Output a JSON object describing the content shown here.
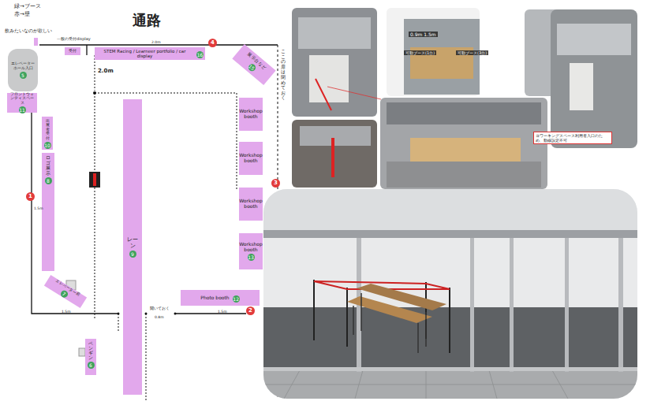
{
  "diagram": {
    "nodes": [
      {
        "text": [
          "STEM Racing / Learneer portfolio / car display",
          "16"
        ]
      },
      {
        "text": [
          "展示台など",
          "15"
        ]
      },
      {
        "text": [
          "Workshop booth"
        ]
      },
      {
        "text": [
          "Workshop booth"
        ]
      },
      {
        "text": [
          "Workshop booth"
        ]
      },
      {
        "text": [
          "Workshop booth",
          "13"
        ]
      },
      {
        "text": [
          "レーン",
          "9"
        ]
      },
      {
        "text": [
          "Photo booth",
          "12"
        ]
      },
      {
        "text": [
          "フロントウォンティスペース",
          "11"
        ]
      },
      {
        "text": [
          "出展者受付",
          "10"
        ]
      },
      {
        "text": [
          "ロゴ展示",
          "8"
        ]
      },
      {
        "text": [
          "エレベーター前",
          "7"
        ]
      },
      {
        "text": [
          "ペンギン",
          "6"
        ]
      },
      {
        "text": [
          "エレベーターホール入口",
          "5"
        ]
      },
      {
        "text": [
          "受付"
        ]
      }
    ],
    "labels": [
      "緑→ブース",
      "赤→壁",
      "飲みたいなのが欲しい",
      "一般の受付display",
      "通路",
      "1",
      "2",
      "3",
      "4",
      "2.0m",
      "2.0m",
      "1.5m",
      "1.5m",
      "0.8m",
      "1.5m",
      "開いておく",
      "ここの扉は閉めておく",
      "0.9m 1.5m",
      "可動ブース(1台)",
      "可動ブース(3台)",
      "コワーキングスペース利用者入口のため、動線設定不可"
    ]
  }
}
